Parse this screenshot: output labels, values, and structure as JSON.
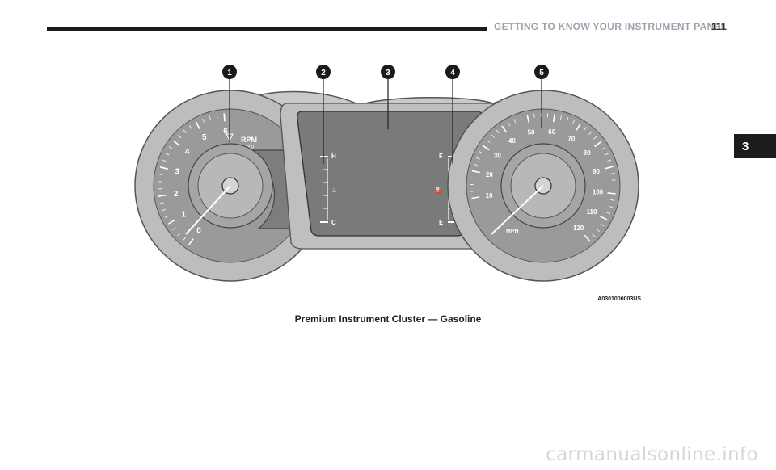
{
  "header": {
    "title": "GETTING TO KNOW YOUR INSTRUMENT PANEL",
    "page_number": "111"
  },
  "chapter_tab": "3",
  "figure": {
    "callouts": [
      "1",
      "2",
      "3",
      "4",
      "5"
    ],
    "tachometer": {
      "unit": "RPM",
      "multiplier": "x1000",
      "ticks": [
        "0",
        "1",
        "2",
        "3",
        "4",
        "5",
        "6"
      ]
    },
    "temp_gauge": {
      "high": "H",
      "low": "C"
    },
    "fuel_gauge": {
      "full": "F",
      "empty": "E"
    },
    "speedometer": {
      "unit": "MPH",
      "ticks": [
        "10",
        "20",
        "30",
        "40",
        "50",
        "60",
        "70",
        "80",
        "90",
        "100",
        "110",
        "120"
      ]
    },
    "figure_code": "A0301000003US"
  },
  "caption": "Premium Instrument Cluster — Gasoline",
  "watermark": "carmanualsonline.info"
}
